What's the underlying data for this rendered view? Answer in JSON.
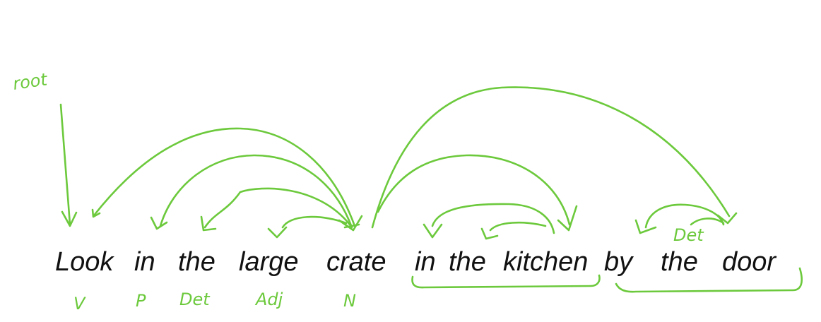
{
  "sentence": {
    "words": [
      "Look",
      "in",
      "the",
      "large",
      "crate",
      "in",
      "the",
      "kitchen",
      "by",
      "the",
      "door"
    ]
  },
  "annotations": {
    "root_label": "root",
    "pos_tags": [
      "V",
      "P",
      "Det",
      "Adj",
      "N"
    ],
    "det_above_the_door": "Det"
  },
  "style": {
    "ink_color": "#6cc93c",
    "text_color": "#111111",
    "background": "#ffffff"
  }
}
